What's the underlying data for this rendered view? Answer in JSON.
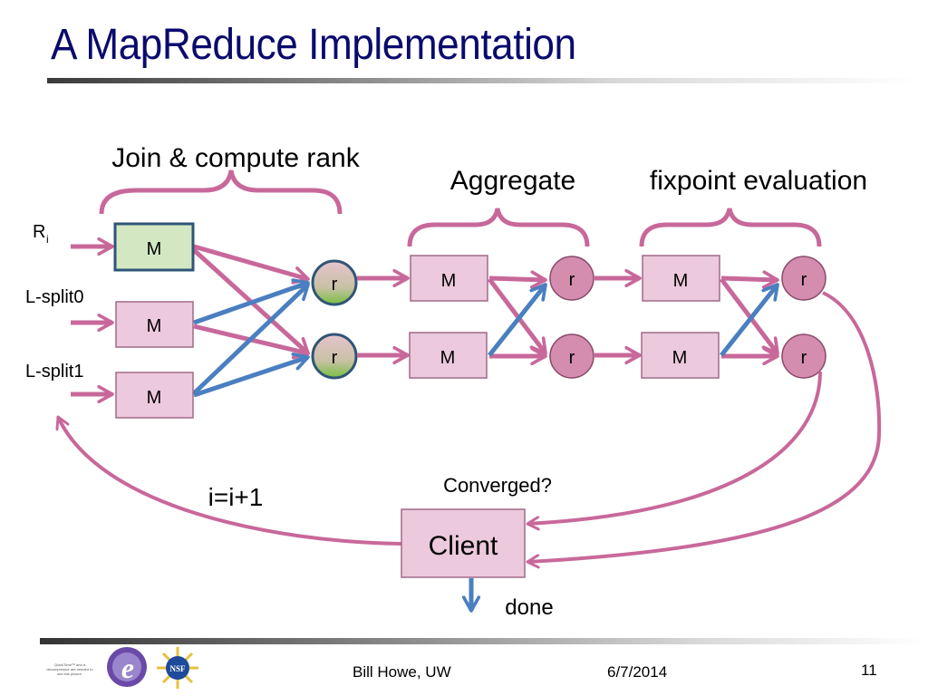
{
  "slide": {
    "title": "A MapReduce Implementation",
    "footer": {
      "author": "Bill Howe, UW",
      "date": "6/7/2014",
      "page_number": "11",
      "quicktime_note": "QuickTime™ and a decompressor are needed to see this picture."
    },
    "logos": [
      "escience-institute-logo",
      "nsf-logo"
    ]
  },
  "diagram": {
    "colors": {
      "pink_arrow": "#c8689a",
      "blue_arrow": "#4a7fc0",
      "map_fill": "#ecc9dc",
      "map_border": "#a06a88",
      "green_map_fill": "#d3e7c3",
      "green_map_border": "#2f5577",
      "reducer_fill": "#d48caf",
      "reducer_border": "#8a4a6a",
      "text": "#000000"
    },
    "stage_labels": {
      "join": "Join & compute rank",
      "aggregate": "Aggregate",
      "fixpoint": "fixpoint evaluation"
    },
    "inputs": {
      "ri": "R",
      "ri_sub": "i",
      "lsplit0": "L-split0",
      "lsplit1": "L-split1"
    },
    "stage1": {
      "mappers": [
        "M",
        "M",
        "M"
      ],
      "reducers": [
        "r",
        "r"
      ]
    },
    "stage2": {
      "mappers": [
        "M",
        "M"
      ],
      "reducers": [
        "r",
        "r"
      ]
    },
    "stage3": {
      "mappers": [
        "M",
        "M"
      ],
      "reducers": [
        "r",
        "r"
      ]
    },
    "client": {
      "label": "Client",
      "converged_label": "Converged?",
      "loop_label": "i=i+1",
      "done_label": "done"
    }
  }
}
